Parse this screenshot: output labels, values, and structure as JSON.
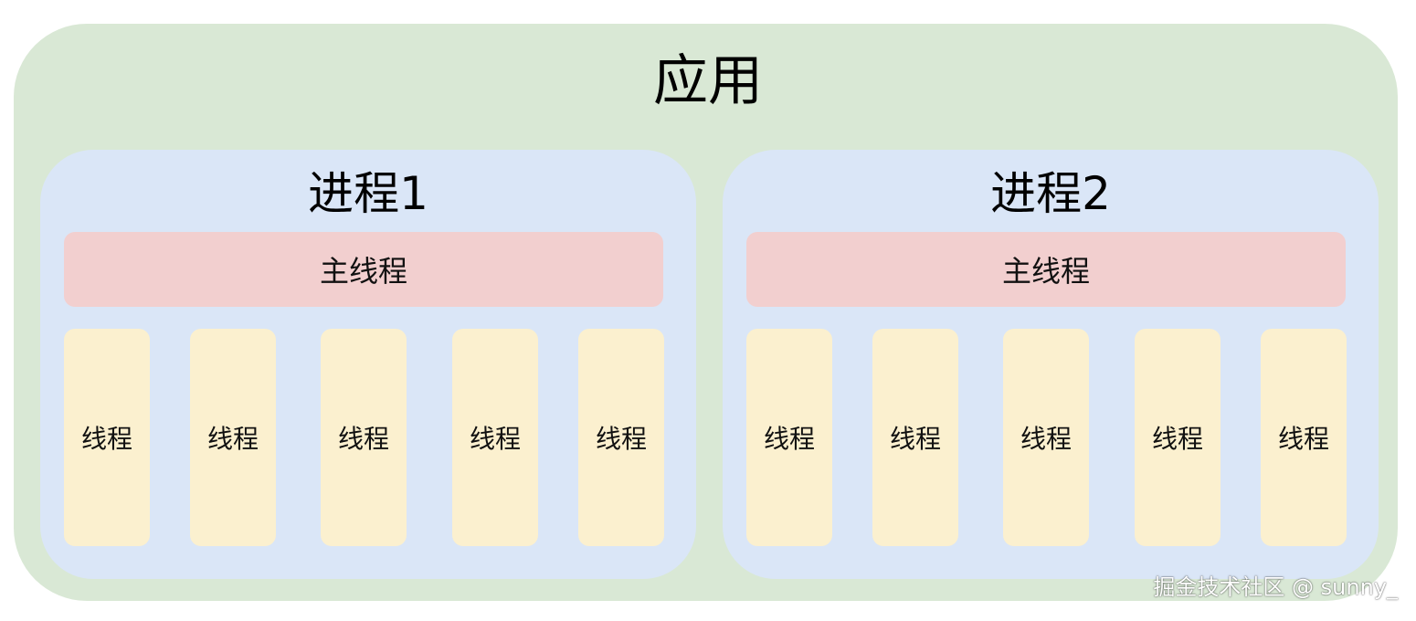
{
  "diagram": {
    "app_label": "应用",
    "processes": [
      {
        "title": "进程1",
        "main_thread_label": "主线程",
        "threads": [
          "线程",
          "线程",
          "线程",
          "线程",
          "线程"
        ]
      },
      {
        "title": "进程2",
        "main_thread_label": "主线程",
        "threads": [
          "线程",
          "线程",
          "线程",
          "线程",
          "线程"
        ]
      }
    ]
  },
  "watermark": "掘金技术社区 @ sunny_",
  "colors": {
    "app_background": "#d9e8d5",
    "process_background": "#dae6f7",
    "main_thread_background": "#f2cfcf",
    "thread_background": "#fbf0cf"
  }
}
